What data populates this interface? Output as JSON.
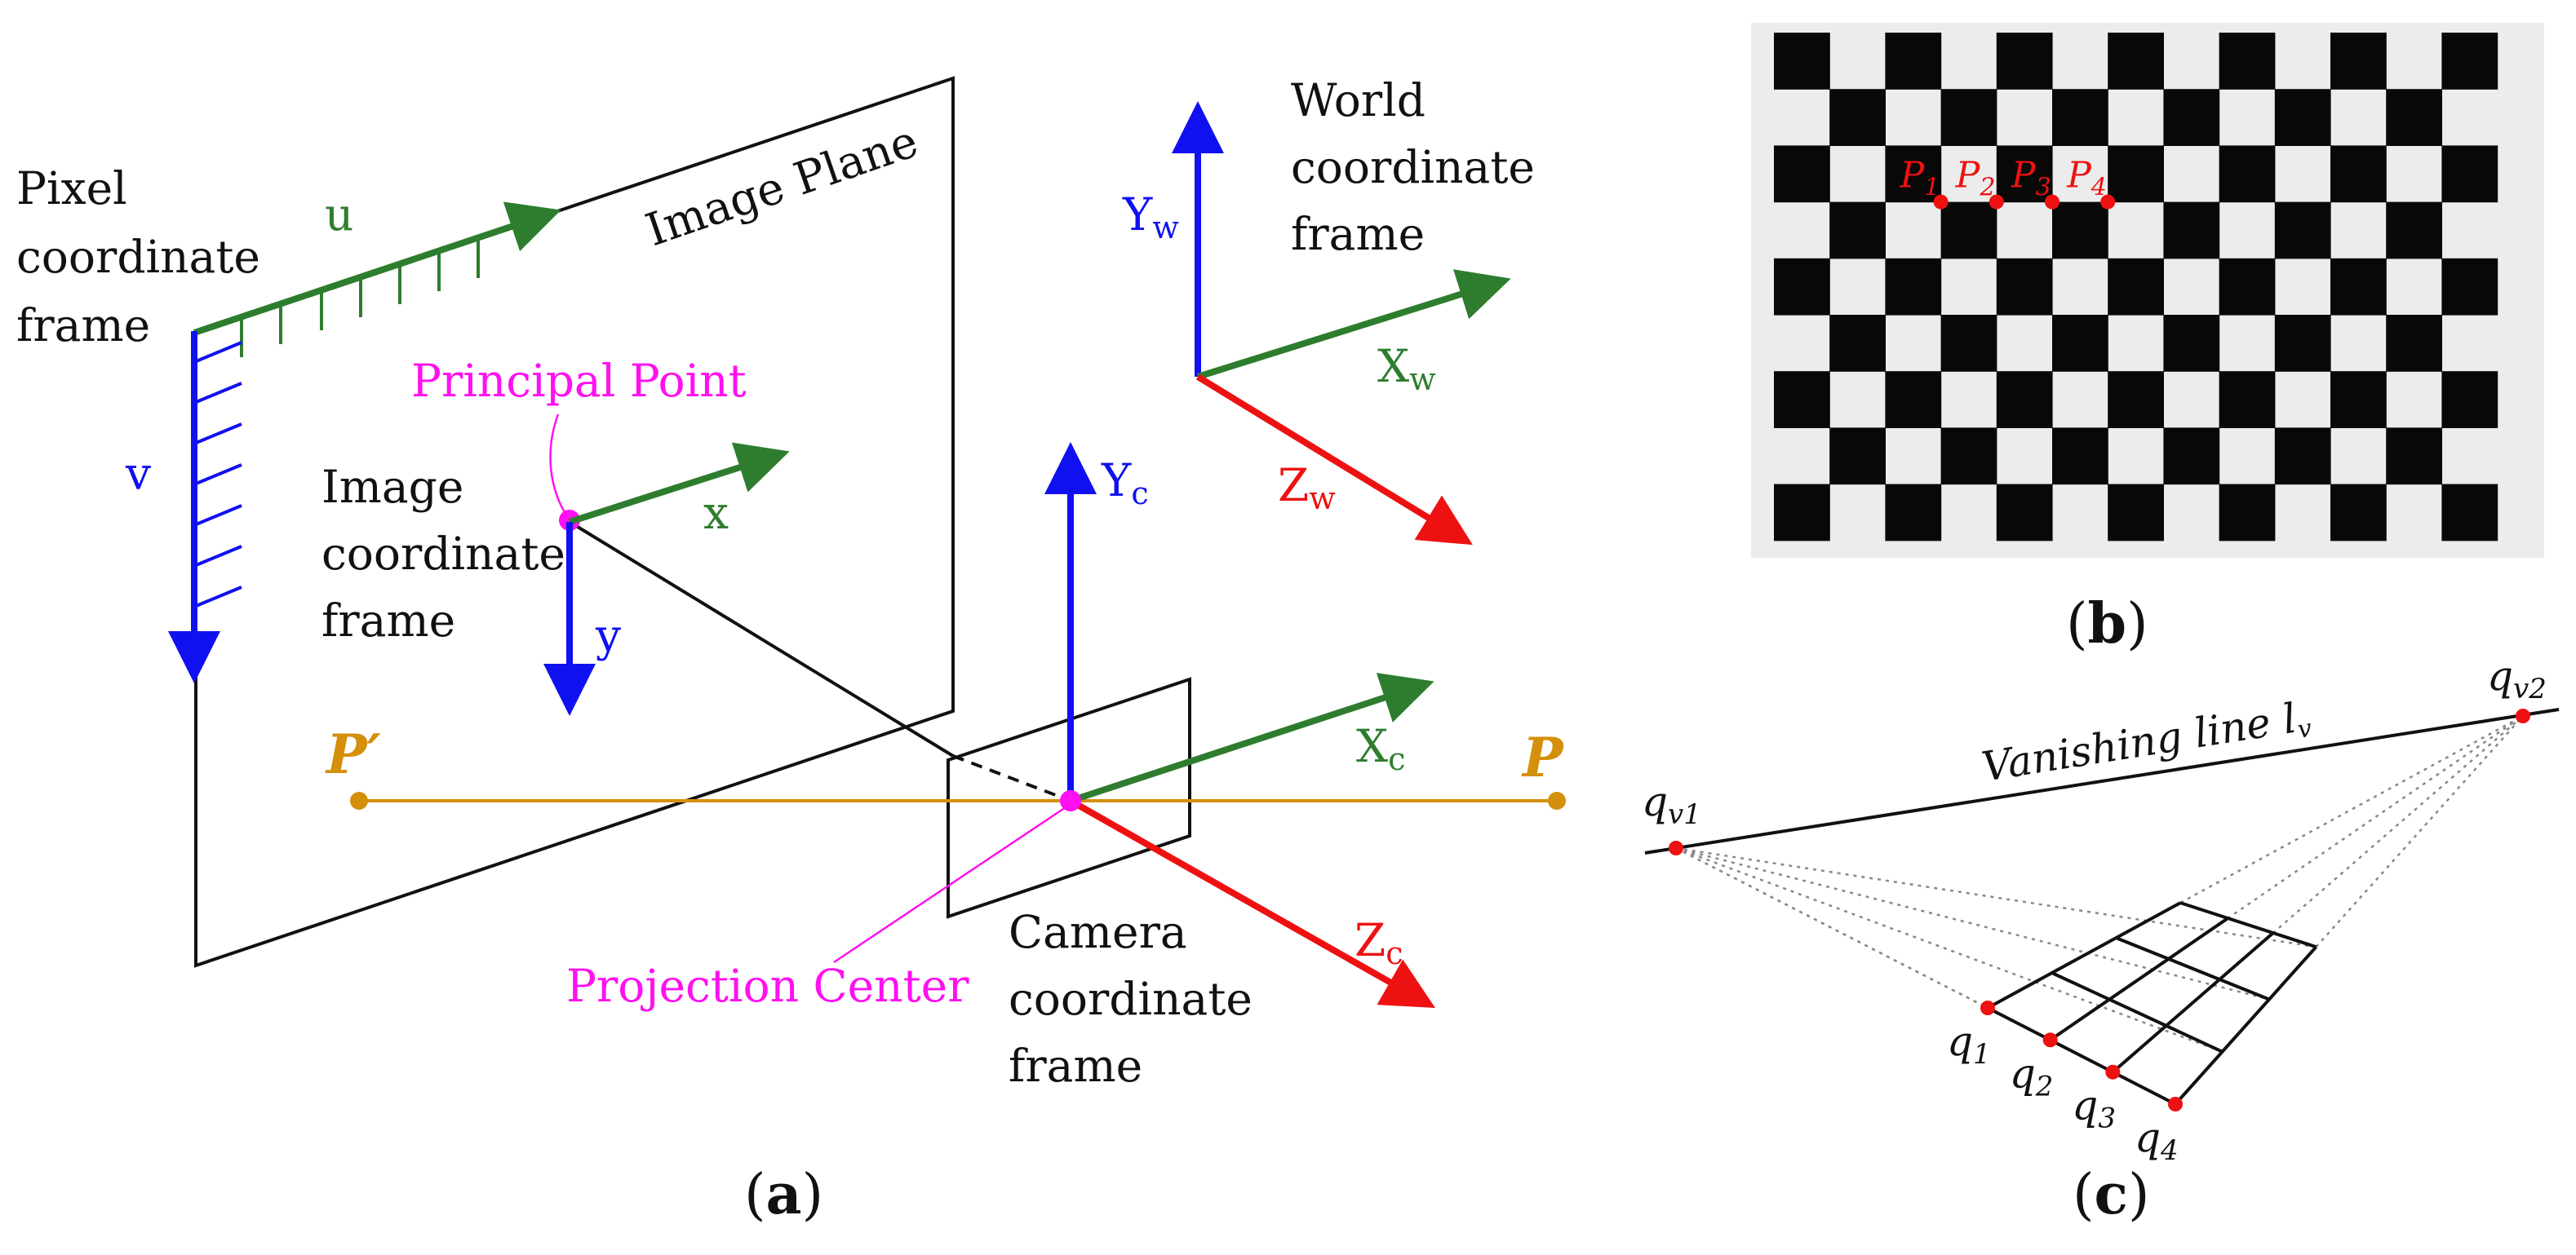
{
  "colors": {
    "blue": "#1010f0",
    "green": "#2e7d2e",
    "red": "#ee1111",
    "magenta": "#ff10f0",
    "gold": "#d4900a",
    "black": "#111111",
    "checker_bg": "#ececec",
    "checker_dark": "#080808"
  },
  "panel_a": {
    "caption_open": "(",
    "caption_letter": "a",
    "caption_close": ")",
    "pixel_frame": [
      "Pixel",
      "coordinate",
      "frame"
    ],
    "u_label": "u",
    "v_label": "v",
    "image_plane_label": "Image Plane",
    "principal_point_label": "Principal Point",
    "image_frame": [
      "Image",
      "coordinate",
      "frame"
    ],
    "x_label": "x",
    "y_label": "y",
    "world_frame": [
      "World",
      "coordinate",
      "frame"
    ],
    "yw_main": "Y",
    "yw_sub": "w",
    "xw_main": "X",
    "xw_sub": "w",
    "zw_main": "Z",
    "zw_sub": "w",
    "yc_main": "Y",
    "yc_sub": "c",
    "xc_main": "X",
    "xc_sub": "c",
    "zc_main": "Z",
    "zc_sub": "c",
    "p_prime_label": "P′",
    "p_label": "P",
    "projection_center_label": "Projection Center",
    "camera_frame": [
      "Camera",
      "coordinate",
      "frame"
    ]
  },
  "panel_b": {
    "caption_open": "(",
    "caption_letter": "b",
    "caption_close": ")",
    "points": [
      {
        "main": "P",
        "sub": "1"
      },
      {
        "main": "P",
        "sub": "2"
      },
      {
        "main": "P",
        "sub": "3"
      },
      {
        "main": "P",
        "sub": "4"
      }
    ]
  },
  "panel_c": {
    "caption_open": "(",
    "caption_letter": "c",
    "caption_close": ")",
    "vanishing_line_main": "Vanishing line l",
    "vanishing_line_sub": "v",
    "qv1_main": "q",
    "qv1_sub": "v1",
    "qv2_main": "q",
    "qv2_sub": "v2",
    "q_points": [
      {
        "main": "q",
        "sub": "1"
      },
      {
        "main": "q",
        "sub": "2"
      },
      {
        "main": "q",
        "sub": "3"
      },
      {
        "main": "q",
        "sub": "4"
      }
    ]
  }
}
